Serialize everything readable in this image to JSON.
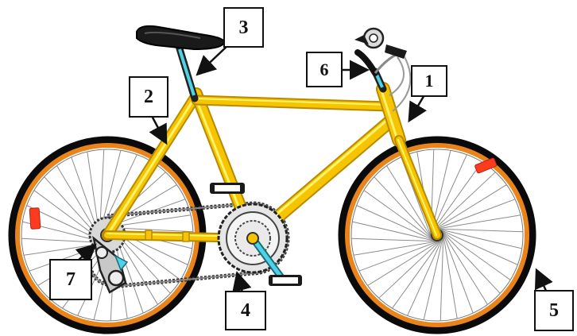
{
  "diagram": {
    "colors": {
      "frame": "#f6c400",
      "frame_highlight": "#fff36a",
      "frame_shadow": "#b88a00",
      "tire": "#0a0a0a",
      "rim": "#e8841a",
      "spokes": "#8c8c8c",
      "chain": "#333333",
      "accent_cyan": "#4fd2e6",
      "reflector": "#ff3b1f",
      "saddle": "#1a1a1a",
      "callout_border": "#111111"
    },
    "callouts": [
      {
        "id": "c1",
        "label": "1",
        "part": "head-tube"
      },
      {
        "id": "c2",
        "label": "2",
        "part": "seat-stay"
      },
      {
        "id": "c3",
        "label": "3",
        "part": "seat-post"
      },
      {
        "id": "c4",
        "label": "4",
        "part": "chain"
      },
      {
        "id": "c5",
        "label": "5",
        "part": "front-tire"
      },
      {
        "id": "c6",
        "label": "6",
        "part": "handlebar"
      },
      {
        "id": "c7",
        "label": "7",
        "part": "rear-derailleur"
      }
    ]
  }
}
